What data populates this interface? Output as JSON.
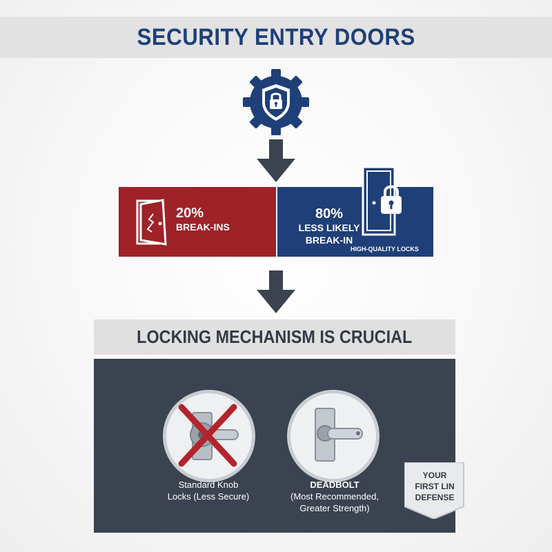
{
  "title": "SECURITY ENTRY DOORS",
  "stats": {
    "left": {
      "value": "20%",
      "label": "BREAK-INS"
    },
    "right": {
      "value": "80%",
      "line1": "LESS LIKELY",
      "line2": "BREAK-IN",
      "note": "HIGH-QUALITY LOCKS"
    }
  },
  "headline": "LOCKING MECHANISM IS CRUCIAL",
  "options": [
    {
      "icon": "knob-lock-crossed-icon",
      "line1": "Standard Knob",
      "line2": "Locks (Less Secure)"
    },
    {
      "icon": "deadbolt-lever-icon",
      "line1": "DEADBOLT",
      "line2": "(Most Recommended,",
      "line3": "Greater Strength)"
    }
  ],
  "ribbon": {
    "line1": "YOUR",
    "line2": "FIRST LIN",
    "line3": "DEFENSE"
  },
  "colors": {
    "navy": "#1f3f78",
    "red": "#9e2228",
    "panel": "#3b4350"
  }
}
